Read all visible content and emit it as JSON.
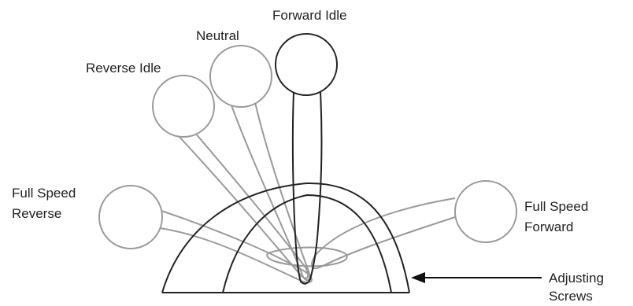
{
  "labels": {
    "forward_idle": "Forward Idle",
    "neutral": "Neutral",
    "reverse_idle": "Reverse Idle",
    "full_speed_reverse_line1": "Full Speed",
    "full_speed_reverse_line2": "Reverse",
    "full_speed_forward_line1": "Full Speed",
    "full_speed_forward_line2": "Forward",
    "adjusting_screws_line1": "Adjusting",
    "adjusting_screws_line2": "Screws"
  },
  "colors": {
    "active_lever": "#222222",
    "ghost_lever": "#9a9a9a",
    "text": "#222222"
  }
}
